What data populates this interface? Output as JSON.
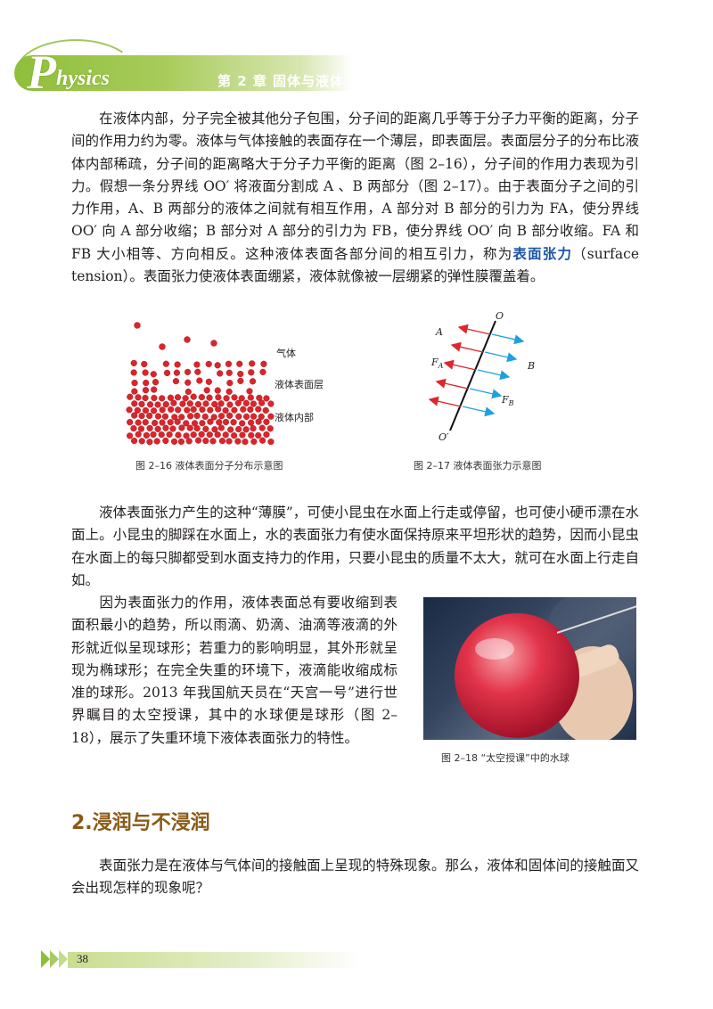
{
  "header": {
    "logo_letter": "P",
    "logo_rest": "hysics",
    "chapter": "第 2 章  固体与液体"
  },
  "paragraphs": {
    "p1_a": "在液体内部，分子完全被其他分子包围，分子间的距离几乎等于分子力平衡的距离，分子间的作用力约为零。液体与气体接触的表面存在一个薄层，即表面层。表面层分子的分布比液体内部稀疏，分子间的距离略大于分子力平衡的距离（图 2–16），分子间的作用力表现为引力。假想一条分界线 OO′ 将液面分割成 A 、B 两部分（图 2–17）。由于表面分子之间的引力作用，A、B 两部分的液体之间就有相互作用，A 部分对 B 部分的引力为 FA，使分界线 OO′ 向 A 部分收缩；B 部分对 A 部分的引力为 FB，使分界线 OO′ 向 B 部分收缩。FA 和 FB 大小相等、方向相反。这种液体表面各部分间的相互引力，称为",
    "p1_term": "表面张力",
    "p1_b": "（surface tension）。表面张力使液体表面绷紧，液体就像被一层绷紧的弹性膜覆盖着。",
    "p2": "液体表面张力产生的这种“薄膜”，可使小昆虫在水面上行走或停留，也可使小硬币漂在水面上。小昆虫的脚踩在水面上，水的表面张力有使水面保持原来平坦形状的趋势，因而小昆虫在水面上的每只脚都受到水面支持力的作用，只要小昆虫的质量不太大，就可在水面上行走自如。",
    "p3": "因为表面张力的作用，液体表面总有要收缩到表面积最小的趋势，所以雨滴、奶滴、油滴等液滴的外形就近似呈现球形；若重力的影响明显，其外形就呈现为椭球形；在完全失重的环境下，液滴能收缩成标准的球形。2013 年我国航天员在“天宫一号”进行世界瞩目的太空授课，其中的水球便是球形（图 2–18），展示了失重环境下液体表面张力的特性。",
    "p4": "表面张力是在液体与气体间的接触面上呈现的特殊现象。那么，液体和固体间的接触面又会出现怎样的现象呢？"
  },
  "figure_2_16": {
    "label_gas": "气体",
    "label_surface": "液体表面层",
    "label_interior": "液体内部",
    "caption": "图 2–16   液体表面分子分布示意图"
  },
  "figure_2_17": {
    "label_O": "O",
    "label_O_prime": "O′",
    "label_A": "A",
    "label_B": "B",
    "label_FA": "F",
    "label_FA_sub": "A",
    "label_FB": "F",
    "label_FB_sub": "B",
    "caption": "图 2–17   液体表面张力示意图"
  },
  "figure_2_18": {
    "caption": "图 2–18  “太空授课”中的水球"
  },
  "section": {
    "title": "2.浸润与不浸润"
  },
  "footer": {
    "page_number": "38"
  },
  "colors": {
    "accent_green": "#8fbf3a",
    "term_blue": "#1c57a6",
    "section_brown": "#8a5a14",
    "molecule_red": "#d9252b",
    "arrow_red": "#e0262c",
    "arrow_blue": "#1fa0e0"
  }
}
